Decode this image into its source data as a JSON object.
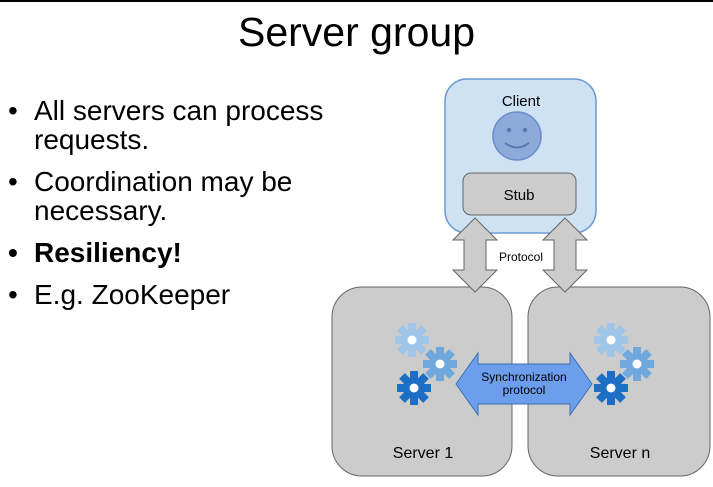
{
  "title": "Server group",
  "bullets": [
    {
      "dot": "•",
      "text": "All servers can process requests.",
      "bold": false
    },
    {
      "dot": "•",
      "text": "Coordination may be necessary.",
      "bold": false
    },
    {
      "dot": "•",
      "text": "Resiliency!",
      "bold": true
    },
    {
      "dot": "•",
      "text": "E.g. ZooKeeper",
      "bold": false
    }
  ],
  "diagram": {
    "client_label": "Client",
    "stub_label": "Stub",
    "protocol_label": "Protocol",
    "sync_label_line1": "Synchronization",
    "sync_label_line2": "protocol",
    "server1_label": "Server 1",
    "servern_label": "Server n"
  },
  "colors": {
    "client_fill": "#cfe2f3",
    "client_stroke": "#6a9bd1",
    "face_fill": "#8eaadb",
    "stub_fill": "#cccccc",
    "server_fill": "#cccccc",
    "arrow_fill": "#cccccc",
    "sync_arrow_fill": "#6d9eeb",
    "gear_light": "#9fc5e8",
    "gear_mid": "#6fa8dc",
    "gear_dark": "#1c6fc4"
  },
  "icons": [
    "smiley-face-icon",
    "gear-icon"
  ]
}
